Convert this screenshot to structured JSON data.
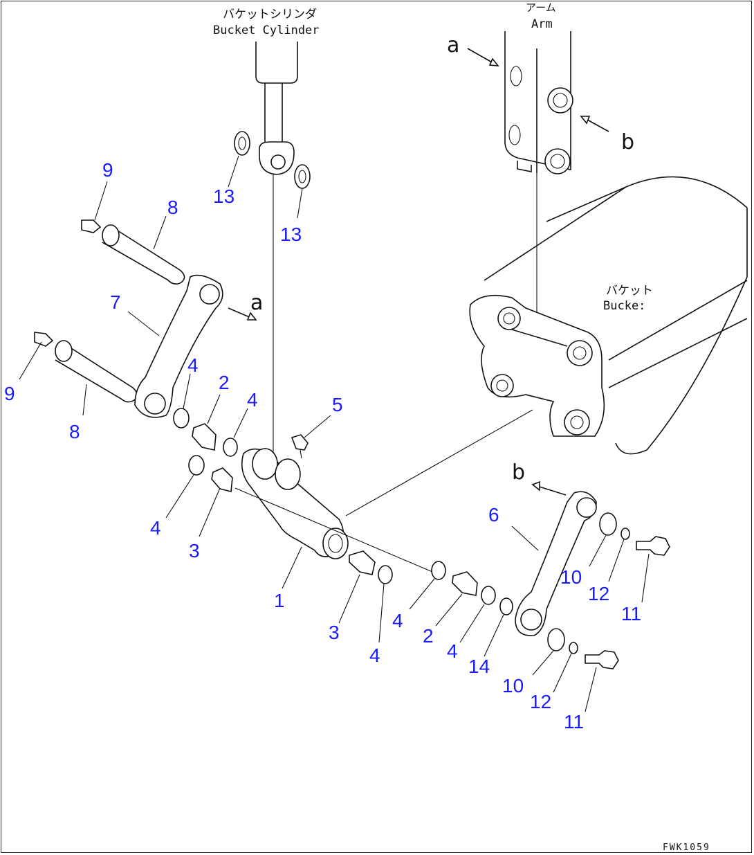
{
  "labels": {
    "bucket_cylinder_jp": "バケットシリンダ",
    "bucket_cylinder_en": "Bucket Cylinder",
    "arm_jp": "アーム",
    "arm_en": "Arm",
    "bucket_jp": "バケット",
    "bucket_en": "Bucke:"
  },
  "view_letters": {
    "a_top": "a",
    "a_link": "a",
    "b_arm": "b",
    "b_link": "b"
  },
  "callouts": [
    "1",
    "2",
    "2",
    "3",
    "3",
    "4",
    "4",
    "4",
    "4",
    "4",
    "4",
    "5",
    "6",
    "7",
    "8",
    "8",
    "9",
    "9",
    "10",
    "10",
    "11",
    "11",
    "12",
    "12",
    "13",
    "13",
    "14"
  ],
  "drawing_code": "FWK1059",
  "colors": {
    "callout": "#1a1aff",
    "line": "#111111",
    "background": "#ffffff"
  }
}
